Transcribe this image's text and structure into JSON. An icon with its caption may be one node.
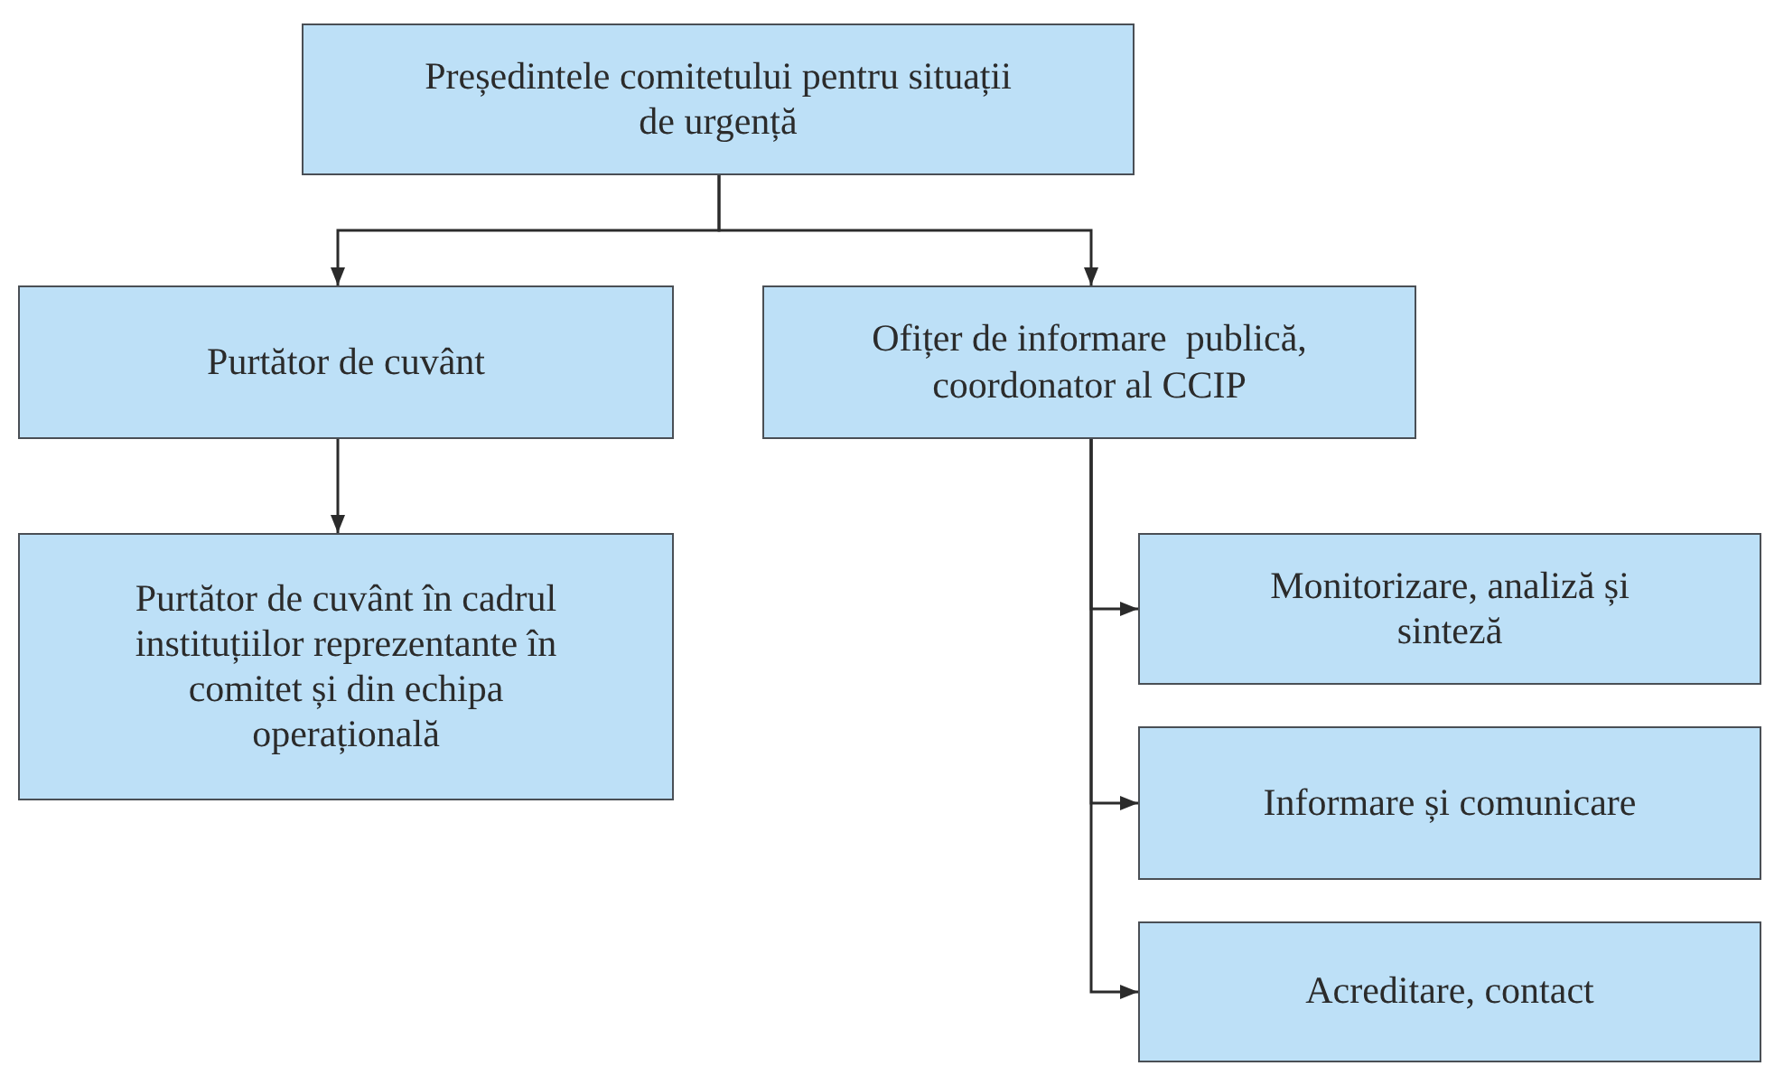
{
  "diagram": {
    "nodes": [
      {
        "text": [
          "Președintele comitetului pentru situații de urgență"
        ]
      },
      {
        "text": [
          "Purtător de cuvânt"
        ]
      },
      {
        "text": [
          "Ofițer de informare  publică, coordonator al CCIP"
        ]
      },
      {
        "text": [
          "Purtător de cuvânt în cadrul instituțiilor reprezentante în comitet și din echipa operațională"
        ]
      },
      {
        "text": [
          "Monitorizare, analiză și sinteză"
        ]
      },
      {
        "text": [
          "Informare și comunicare"
        ]
      },
      {
        "text": [
          "Acreditare, contact"
        ]
      }
    ],
    "edges": [
      {
        "from": 0,
        "to": 1,
        "arrow": "to"
      },
      {
        "from": 0,
        "to": 2,
        "arrow": "to"
      },
      {
        "from": 1,
        "to": 3,
        "arrow": "to"
      },
      {
        "from": 2,
        "to": 4,
        "arrow": "to"
      },
      {
        "from": 2,
        "to": 5,
        "arrow": "to"
      },
      {
        "from": 2,
        "to": 6,
        "arrow": "to"
      }
    ]
  }
}
